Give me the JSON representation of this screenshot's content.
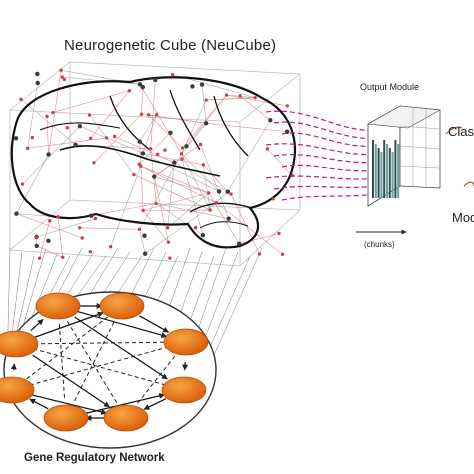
{
  "title": "Neurogenetic Cube (NeuCube)",
  "output_module": {
    "title": "Output Module",
    "axis_label": "(chunks)"
  },
  "gene_network": {
    "title": "Gene Regulatory Network"
  },
  "edge_labels": [
    "Class",
    "Mod"
  ],
  "colors": {
    "neuron_red": "#c8434a",
    "neuron_grey": "#3a3a3a",
    "gene_node": "#e87a10",
    "dashed_link": "#c01880",
    "brain_outline": "#111111"
  }
}
